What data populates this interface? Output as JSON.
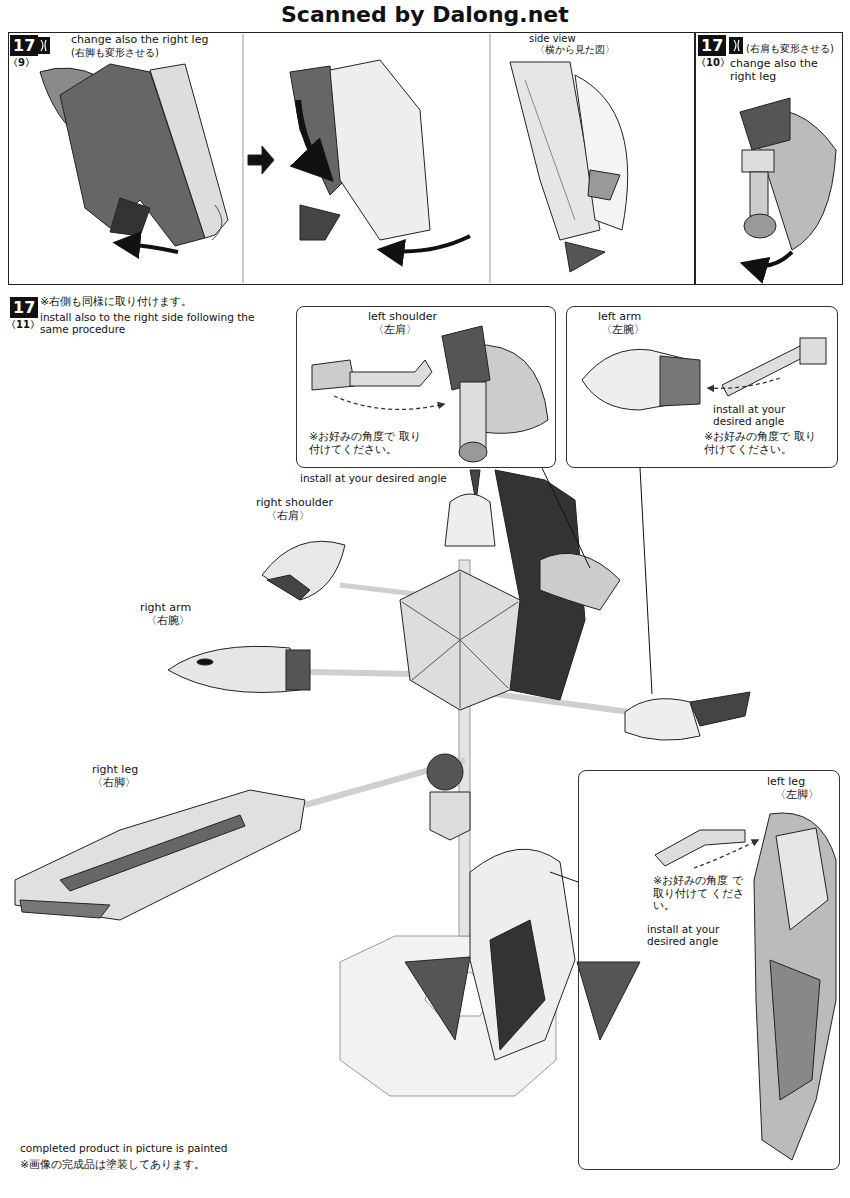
{
  "diagram": {
    "nodes": [
      {
        "text": [
          "change also the right leg",
          "(右脚も変形させる)",
          "side view",
          "〈横から見た図〉"
        ]
      },
      {
        "text": [
          "(右肩も変形させる)",
          "change also the right leg"
        ]
      },
      {
        "text": [
          "left shoulder",
          "〈左肩〉",
          "※お好みの角度で 取り付けてください。"
        ]
      },
      {
        "text": [
          "left arm",
          "〈左腕〉",
          "install at your desired angle",
          "※お好みの角度で 取り付けてください。"
        ]
      },
      {
        "text": [
          "left leg",
          "〈左脚〉",
          "※お好みの角度 で取り付けて ください。",
          "install at your desired angle"
        ]
      }
    ],
    "labels": [
      "Scanned by Dalong.net",
      "17",
      "〈9〉",
      "17",
      "〈10〉",
      "17",
      "〈11〉",
      "※右側も同様に取り付けます。",
      "install also to the right side following the same procedure",
      "install at your desired angle",
      "right shoulder",
      "〈右肩〉",
      "right arm",
      "〈右腕〉",
      "right leg",
      "〈右脚〉",
      "completed product in picture is painted",
      "※画像の完成品は塗装してあります。"
    ]
  }
}
